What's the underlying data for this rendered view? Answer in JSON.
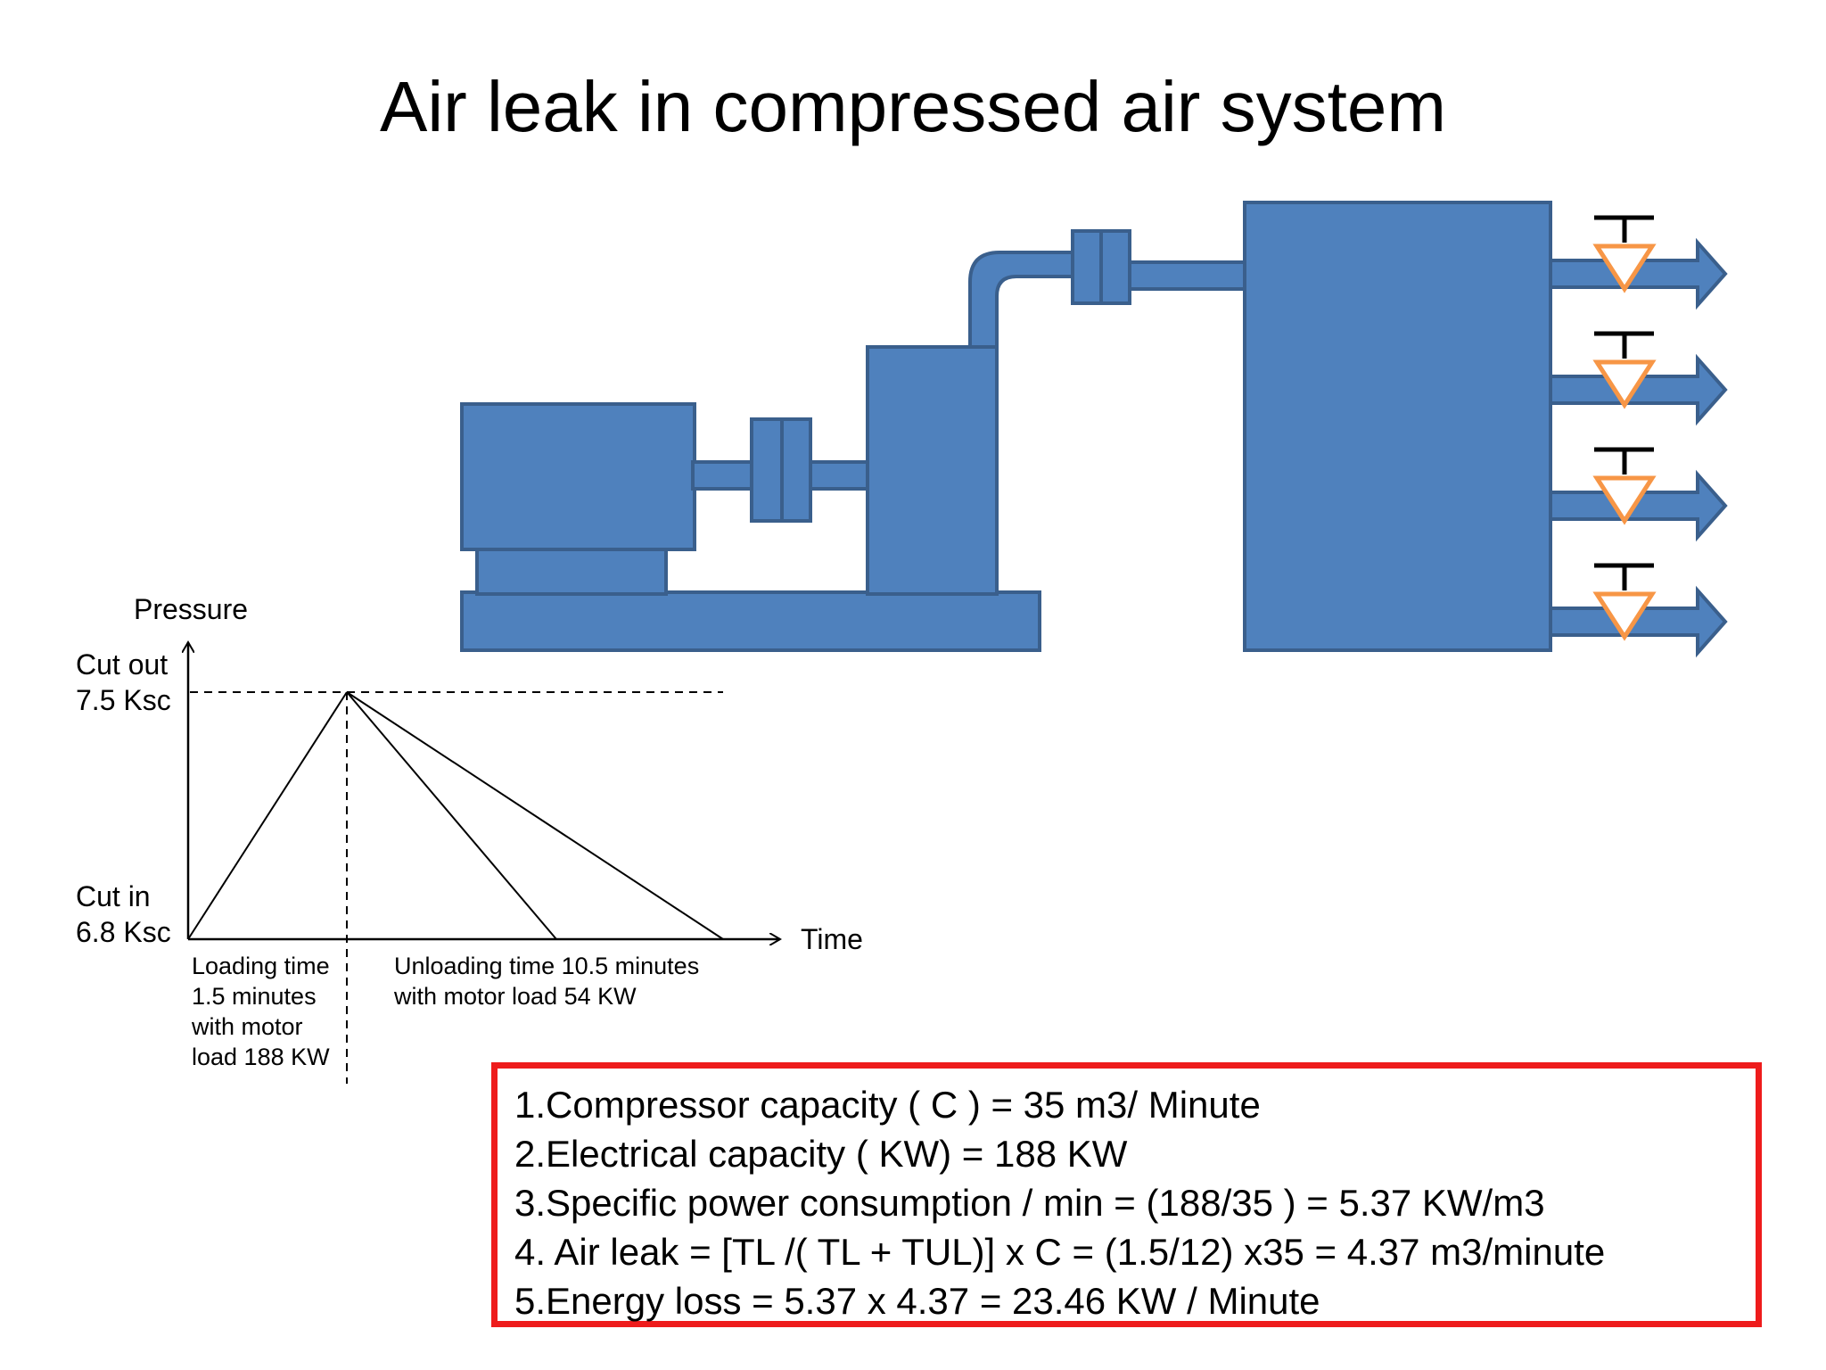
{
  "title": "Air leak in compressed air system",
  "colors": {
    "equipment_fill": "#4f81bd",
    "equipment_stroke": "#3a5f8c",
    "valve_outline": "#f79646",
    "formula_border": "#ee1c1c"
  },
  "graph": {
    "y_axis_label": "Pressure",
    "x_axis_label": "Time",
    "cut_out": [
      "Cut out",
      "7.5 Ksc"
    ],
    "cut_in": [
      "Cut in",
      "6.8 Ksc"
    ],
    "loading_note": [
      "Loading time",
      "1.5 minutes",
      "with motor",
      "load 188 KW"
    ],
    "unloading_note": [
      "Unloading time 10.5 minutes",
      "with motor load 54 KW"
    ]
  },
  "formulas": [
    "1.Compressor capacity ( C ) = 35 m3/ Minute",
    "2.Electrical capacity ( KW) = 188 KW",
    "3.Specific power consumption / min = (188/35 ) = 5.37 KW/m3",
    "4. Air leak = [TL /( TL + TUL)] x C = (1.5/12) x35 = 4.37 m3/minute",
    "5.Energy loss = 5.37 x 4.37 = 23.46 KW / Minute"
  ],
  "icons": [
    "arrow-right-icon",
    "valve-icon"
  ]
}
